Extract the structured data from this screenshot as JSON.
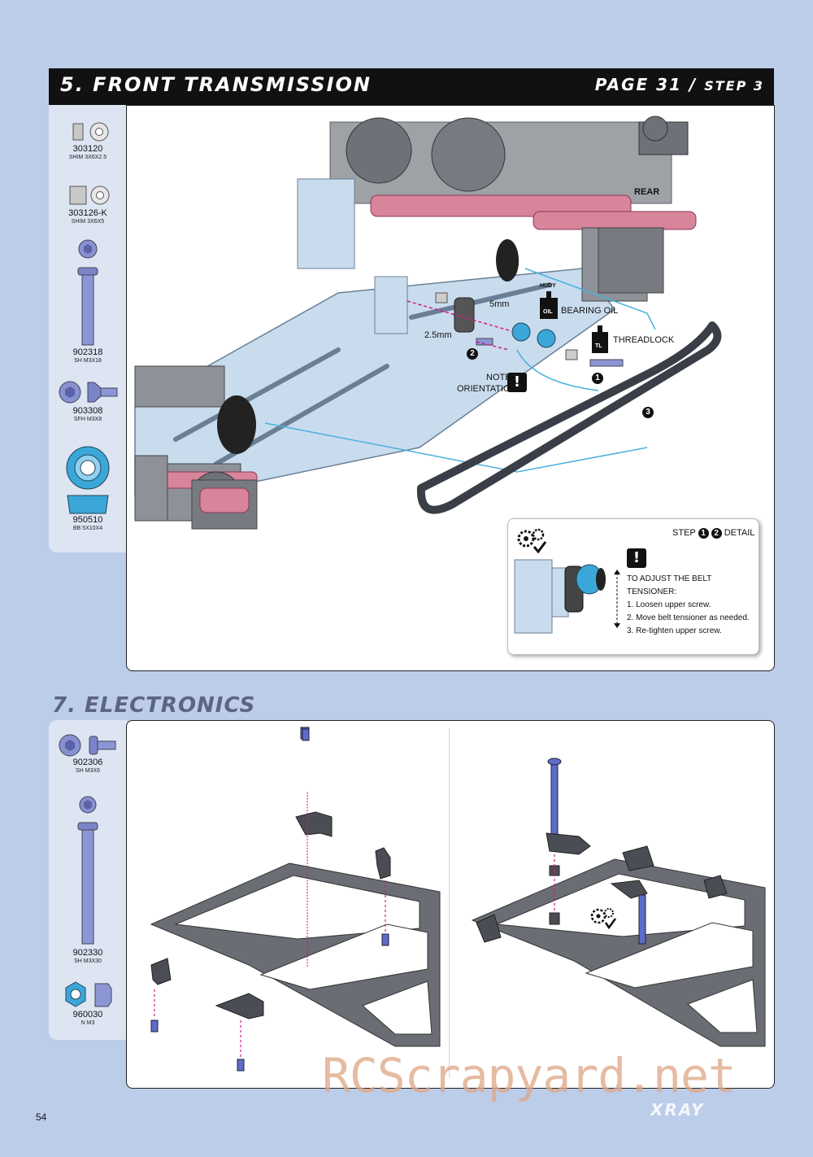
{
  "section5": {
    "title": "5. FRONT TRANSMISSION",
    "page_ref": "PAGE 31",
    "separator": "/",
    "step_ref": "STEP 3",
    "parts": [
      {
        "code": "303120",
        "desc": "SHIM 3x6x2.5"
      },
      {
        "code": "303126-K",
        "desc": "SHIM 3x6x5"
      },
      {
        "code": "902318",
        "desc": "SH M3x18"
      },
      {
        "code": "903308",
        "desc": "SFH M3x8"
      },
      {
        "code": "950510",
        "desc": "BB 5x10x4"
      }
    ],
    "labels": {
      "rear": "REAR",
      "bearing_oil": "BEARING OIL",
      "threadlock": "THREADLOCK",
      "hudy": "HUDY",
      "oil": "OIL",
      "tl": "TL",
      "mm5": "5mm",
      "mm25": "2.5mm",
      "note": "NOTE",
      "orientation": "ORIENTATION",
      "step1": "1",
      "step2": "2",
      "step3": "3"
    },
    "detail": {
      "title_prefix": "STEP",
      "title_suffix": "DETAIL",
      "badge1": "1",
      "badge2": "2",
      "heading": "TO ADJUST THE BELT TENSIONER:",
      "steps": [
        "1. Loosen upper screw.",
        "2. Move belt tensioner as needed.",
        "3. Re-tighten upper screw."
      ]
    }
  },
  "section7": {
    "title": "7. ELECTRONICS",
    "parts": [
      {
        "code": "902306",
        "desc": "SH M3x6"
      },
      {
        "code": "902330",
        "desc": "SH M3x30"
      },
      {
        "code": "960030",
        "desc": "N M3"
      }
    ]
  },
  "page_number": "54",
  "brand": "XRAY",
  "watermark": "RCScrapyard.net",
  "colors": {
    "background": "#bccdea",
    "header": "#111111",
    "aluminium": "#c9dcee",
    "anodized_blue": "#3aa7d8",
    "red_part": "#d8849a",
    "arrow": "#d11a8c",
    "guide_line": "#49b1e0"
  }
}
